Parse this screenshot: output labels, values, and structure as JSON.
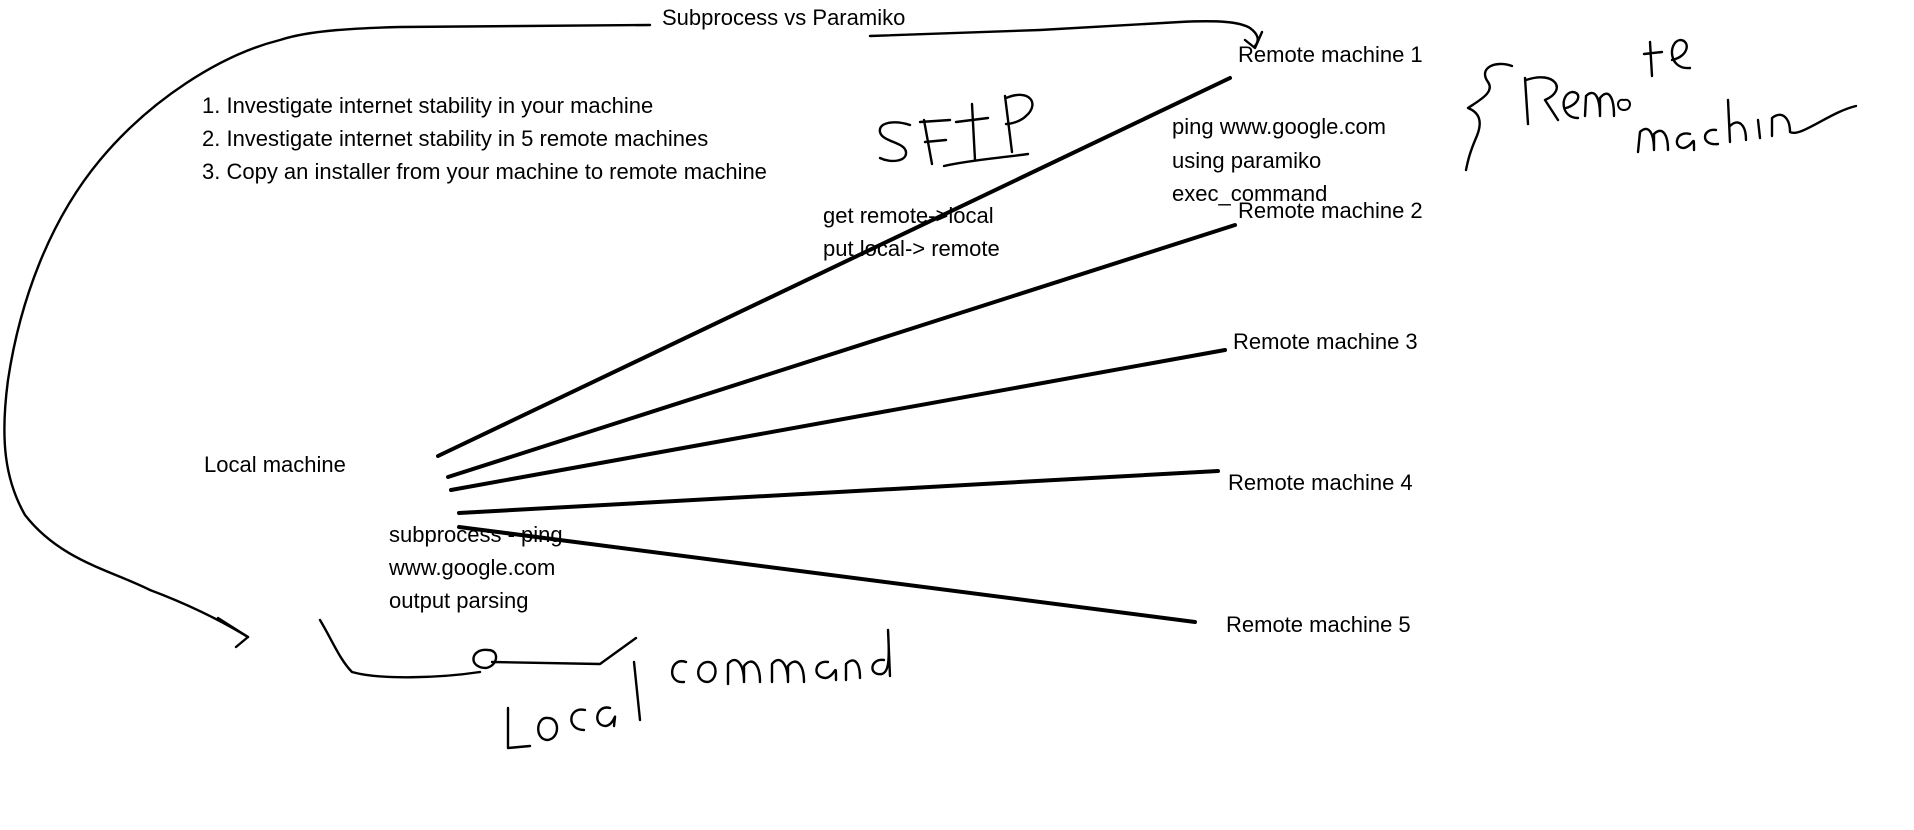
{
  "title": "Subprocess vs Paramiko",
  "tasks": [
    "1. Investigate internet stability in your machine",
    "2. Investigate internet stability in 5 remote machines",
    "3. Copy an installer from your machine to remote machine"
  ],
  "local_machine": {
    "label": "Local machine"
  },
  "local_notes": [
    "subprocess - ping",
    "www.google.com",
    "output parsing"
  ],
  "remote_machines": [
    {
      "label": "Remote machine 1"
    },
    {
      "label": "Remote machine 2"
    },
    {
      "label": "Remote machine 3"
    },
    {
      "label": "Remote machine 4"
    },
    {
      "label": "Remote machine 5"
    }
  ],
  "remote_notes": [
    "ping www.google.com",
    "using paramiko",
    "exec_command"
  ],
  "sftp_notes": [
    "get remote->local",
    "put local-> remote"
  ],
  "handwriting": {
    "sftp": "SFTP",
    "remote_machine": "Remote machine",
    "local_command": "Local command"
  },
  "colors": {
    "ink": "#000000",
    "background": "#ffffff"
  }
}
